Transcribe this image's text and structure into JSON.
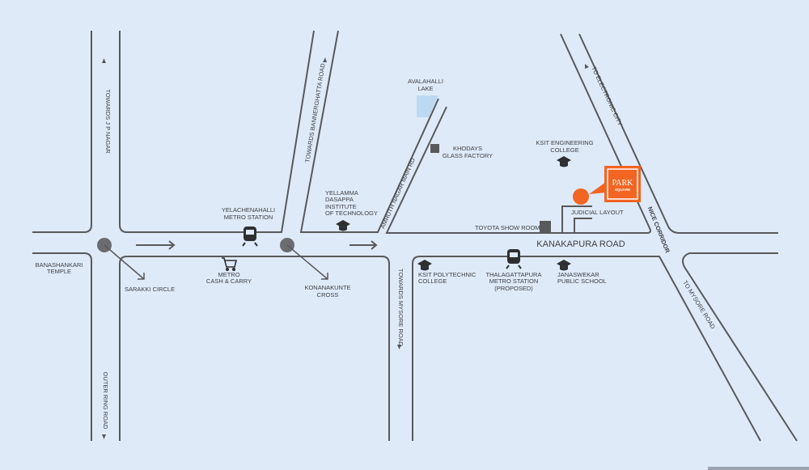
{
  "colors": {
    "background": "#dfeaf8",
    "road": "#58595b",
    "accent": "#f26522",
    "lake": "#bcd9f2"
  },
  "labels": {
    "jp_nagar": "TOWARDS J P NAGAR",
    "bannerghatta": "TOWARDS BANNERGHATTA ROAD",
    "avalahalli": [
      "AVALAHALLI",
      "LAKE"
    ],
    "khodays": [
      "KHODAYS",
      "GLASS FACTORY"
    ],
    "amruth": "AMRUTH NAGAR MAIN RD",
    "ksit_eng": [
      "KSIT ENGINEERING",
      "COLLEGE"
    ],
    "electronic_city": "TO ELECTRONIC CITY",
    "yelachenahalli": [
      "YELACHENAHALLI",
      "METRO STATION"
    ],
    "yellamma": [
      "YELLAMMA",
      "DASAPPA",
      "INSTITUTE",
      "OF TECHNOLOGY"
    ],
    "toyota": "TOYOTA SHOW ROOM",
    "judicial": "JUDICIAL LAYOUT",
    "nice": "NICE CORRIDOR",
    "kanakapura": "KANAKAPURA ROAD",
    "banashankari": [
      "BANASHANKARI",
      "TEMPLE"
    ],
    "sarakki": "SARAKKI CIRCLE",
    "metro_cc": [
      "METRO",
      "CASH & CARRY"
    ],
    "konanakunte": [
      "KONANAKUNTE",
      "CROSS"
    ],
    "mysore_towards": "TOWARDS MYSORE ROAD",
    "ksit_poly": [
      "KSIT POLYTECHNIC",
      "COLLEGE"
    ],
    "thalagattapura": [
      "THALAGATTAPURA",
      "METRO STATION",
      "(PROPOSED)"
    ],
    "janaswekar": [
      "JANASWEKAR",
      "PUBLIC SCHOOL"
    ],
    "to_mysore": "TO MYSORE ROAD",
    "outer_ring": "OUTER RING ROAD",
    "park_square": [
      "PARK",
      "SQUARE"
    ]
  }
}
